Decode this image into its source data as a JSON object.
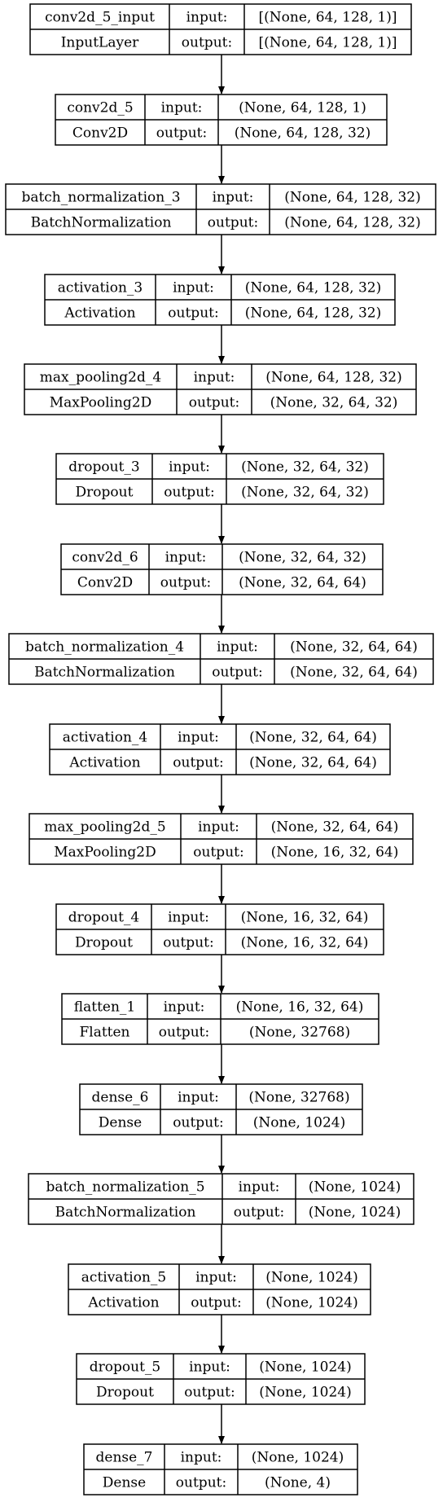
{
  "nodes": [
    {
      "name": "conv2d_5_input",
      "type": "InputLayer",
      "input_label": "input:",
      "output_label": "output:",
      "input": "[(None, 64, 128, 1)]",
      "output": "[(None, 64, 128, 1)]"
    },
    {
      "name": "conv2d_5",
      "type": "Conv2D",
      "input_label": "input:",
      "output_label": "output:",
      "input": "(None, 64, 128, 1)",
      "output": "(None, 64, 128, 32)"
    },
    {
      "name": "batch_normalization_3",
      "type": "BatchNormalization",
      "input_label": "input:",
      "output_label": "output:",
      "input": "(None, 64, 128, 32)",
      "output": "(None, 64, 128, 32)"
    },
    {
      "name": "activation_3",
      "type": "Activation",
      "input_label": "input:",
      "output_label": "output:",
      "input": "(None, 64, 128, 32)",
      "output": "(None, 64, 128, 32)"
    },
    {
      "name": "max_pooling2d_4",
      "type": "MaxPooling2D",
      "input_label": "input:",
      "output_label": "output:",
      "input": "(None, 64, 128, 32)",
      "output": "(None, 32, 64, 32)"
    },
    {
      "name": "dropout_3",
      "type": "Dropout",
      "input_label": "input:",
      "output_label": "output:",
      "input": "(None, 32, 64, 32)",
      "output": "(None, 32, 64, 32)"
    },
    {
      "name": "conv2d_6",
      "type": "Conv2D",
      "input_label": "input:",
      "output_label": "output:",
      "input": "(None, 32, 64, 32)",
      "output": "(None, 32, 64, 64)"
    },
    {
      "name": "batch_normalization_4",
      "type": "BatchNormalization",
      "input_label": "input:",
      "output_label": "output:",
      "input": "(None, 32, 64, 64)",
      "output": "(None, 32, 64, 64)"
    },
    {
      "name": "activation_4",
      "type": "Activation",
      "input_label": "input:",
      "output_label": "output:",
      "input": "(None, 32, 64, 64)",
      "output": "(None, 32, 64, 64)"
    },
    {
      "name": "max_pooling2d_5",
      "type": "MaxPooling2D",
      "input_label": "input:",
      "output_label": "output:",
      "input": "(None, 32, 64, 64)",
      "output": "(None, 16, 32, 64)"
    },
    {
      "name": "dropout_4",
      "type": "Dropout",
      "input_label": "input:",
      "output_label": "output:",
      "input": "(None, 16, 32, 64)",
      "output": "(None, 16, 32, 64)"
    },
    {
      "name": "flatten_1",
      "type": "Flatten",
      "input_label": "input:",
      "output_label": "output:",
      "input": "(None, 16, 32, 64)",
      "output": "(None, 32768)"
    },
    {
      "name": "dense_6",
      "type": "Dense",
      "input_label": "input:",
      "output_label": "output:",
      "input": "(None, 32768)",
      "output": "(None, 1024)"
    },
    {
      "name": "batch_normalization_5",
      "type": "BatchNormalization",
      "input_label": "input:",
      "output_label": "output:",
      "input": "(None, 1024)",
      "output": "(None, 1024)"
    },
    {
      "name": "activation_5",
      "type": "Activation",
      "input_label": "input:",
      "output_label": "output:",
      "input": "(None, 1024)",
      "output": "(None, 1024)"
    },
    {
      "name": "dropout_5",
      "type": "Dropout",
      "input_label": "input:",
      "output_label": "output:",
      "input": "(None, 1024)",
      "output": "(None, 1024)"
    },
    {
      "name": "dense_7",
      "type": "Dense",
      "input_label": "input:",
      "output_label": "output:",
      "input": "(None, 1024)",
      "output": "(None, 4)"
    }
  ],
  "colors": {
    "stroke": "#000000",
    "text": "#000000",
    "background": "#ffffff"
  }
}
